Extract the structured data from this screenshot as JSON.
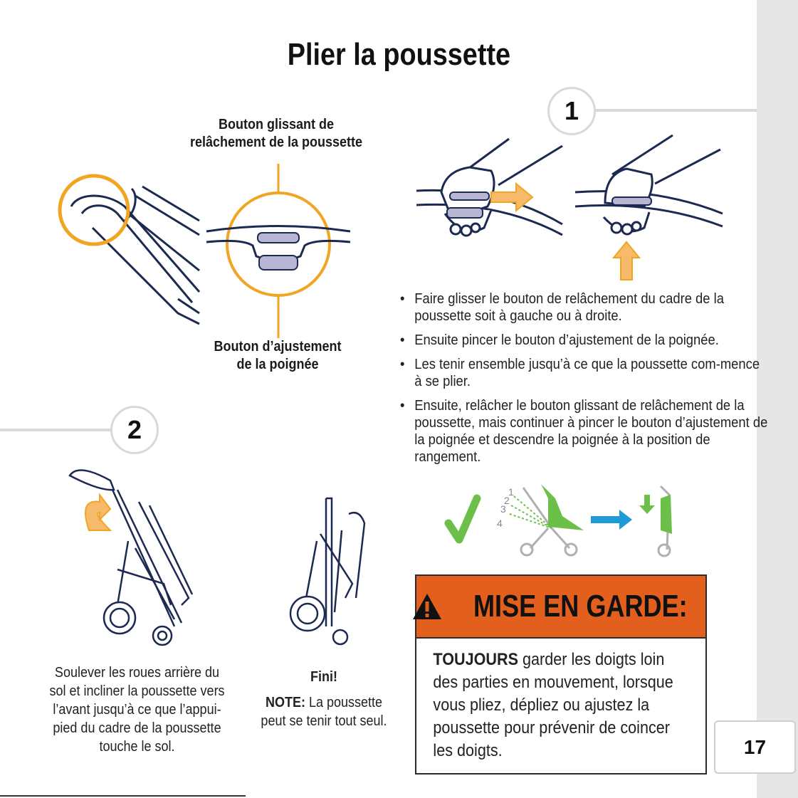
{
  "title": "Plier la poussette",
  "callouts": {
    "release_slider": [
      "Bouton glissant de",
      "relâchement de la poussette"
    ],
    "handle_adjust": [
      "Bouton d’ajustement",
      "de la poignée"
    ]
  },
  "steps": {
    "step1": "1",
    "step2": "2"
  },
  "instructions": [
    "Faire glisser le bouton de relâchement du cadre de la poussette soit à gauche ou à droite.",
    "Ensuite pincer le bouton d’ajustement de la poignée.",
    "Les tenir ensemble jusqu’à ce que la poussette com-mence à se plier.",
    "Ensuite, relâcher le bouton glissant de relâchement de la poussette, mais continuer à pincer le bouton d’ajustement de la poignée et descendre la poignée à la position de rangement."
  ],
  "fold_positions": [
    "1",
    "2",
    "3",
    "4"
  ],
  "captions": {
    "lift_wheels": [
      "Soulever les roues arrière du",
      "sol et incliner la poussette vers",
      "l’avant jusqu’à ce que l’appui-",
      "pied du cadre de la poussette",
      "touche le sol."
    ],
    "done": "Fini!",
    "note_label": "NOTE:",
    "note_text_1": "La poussette",
    "note_text_2": "peut se tenir tout seul."
  },
  "warning": {
    "heading": "MISE EN GARDE:",
    "lead": "TOUJOURS",
    "lines": [
      " garder les doigts loin",
      "des parties en mouvement, lorsque",
      "vous pliez, dépliez ou ajustez la",
      "poussette pour prévenir de coincer",
      "les doigts."
    ]
  },
  "page_number": "17",
  "colors": {
    "accent_orange": "#f0a623",
    "warning_orange": "#e25f1d",
    "check_green": "#6cc04a",
    "arrow_blue": "#1e9ad6",
    "line_navy": "#1c2a52",
    "button_lavender": "#b9b6d3"
  },
  "icons": [
    "warning-triangle-icon",
    "checkmark-icon",
    "right-arrow-icon",
    "down-arrow-icon",
    "up-arrow-icon"
  ]
}
